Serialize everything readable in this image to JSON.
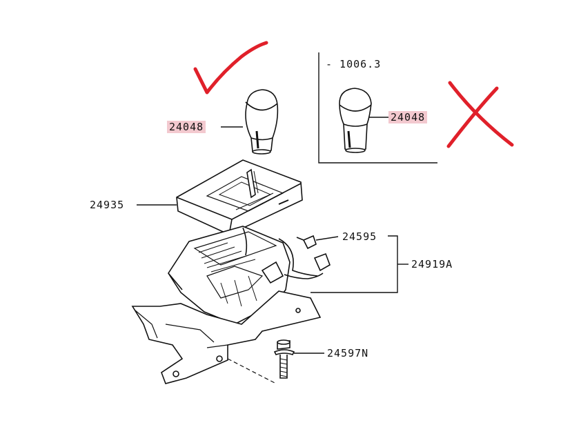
{
  "callouts": {
    "knob_left": "24048",
    "knob_right": "24048",
    "range_note": "- 1006.3",
    "panel": "24935",
    "lever_assembly": "24919A",
    "connector": "24595",
    "bolt": "24597N"
  },
  "colors": {
    "line": "#111111",
    "highlight": "#f3c9cf",
    "mark_red": "#e0202a"
  },
  "marks": {
    "left": "check-mark-icon",
    "right": "cross-mark-icon"
  }
}
